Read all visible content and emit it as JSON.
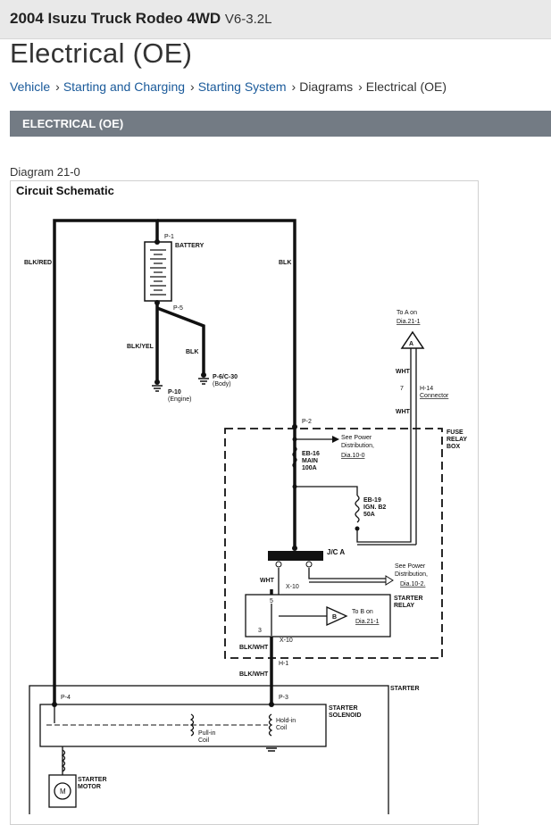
{
  "header": {
    "vehicle": "2004 Isuzu Truck Rodeo 4WD",
    "engine": "V6-3.2L"
  },
  "page_title": "Electrical (OE)",
  "breadcrumb": [
    {
      "label": "Vehicle",
      "link": true
    },
    {
      "label": "Starting and Charging",
      "link": true
    },
    {
      "label": "Starting System",
      "link": true
    },
    {
      "label": "Diagrams",
      "link": false
    },
    {
      "label": "Electrical (OE)",
      "link": false
    }
  ],
  "breadcrumb_sep": "›",
  "section_title": "ELECTRICAL (OE)",
  "diagram": {
    "number": "Diagram 21-0",
    "title": "Circuit Schematic",
    "labels": {
      "battery": "BATTERY",
      "p1": "P-1",
      "p5": "P-5",
      "blkred": "BLK/RED",
      "blk_top": "BLK",
      "blkyel": "BLK/YEL",
      "blk_mid": "BLK",
      "p10": "P-10",
      "engine": "(Engine)",
      "p6": "P-6/C-30",
      "body": "(Body)",
      "to_a_on": "To A on",
      "dia_21_1_a": "Dia.21-1",
      "a_mark": "A",
      "wht1": "WHT",
      "pin7": "7",
      "h14": "H-14",
      "connector": "Connector",
      "wht2": "WHT",
      "p2": "P-2",
      "fuse_relay_box_1": "FUSE",
      "fuse_relay_box_2": "RELAY",
      "fuse_relay_box_3": "BOX",
      "see_power_1a": "See Power",
      "see_power_1b": "Distribution,",
      "dia_10_0": "Dia.10-0",
      "eb16": "EB-16",
      "main": "MAIN",
      "100a": "100A",
      "eb19": "EB-19",
      "ign_b2": "IGN. B2",
      "50a": "50A",
      "jca": "J/C A",
      "see_power_2a": "See Power",
      "see_power_2b": "Distribution,",
      "dia_10_2": "Dia.10-2.",
      "wht3": "WHT",
      "x10a": "X-10",
      "starter_relay_1": "STARTER",
      "starter_relay_2": "RELAY",
      "pin5": "5",
      "pin3": "3",
      "b_mark": "B",
      "to_b_on": "To B on",
      "dia_21_1_b": "Dia.21-1",
      "blkwht1": "BLK/WHT",
      "x10b": "X-10",
      "h1": "H-1",
      "blkwht2": "BLK/WHT",
      "starter": "STARTER",
      "p4": "P-4",
      "p3": "P-3",
      "starter_solenoid_1": "STARTER",
      "starter_solenoid_2": "SOLENOID",
      "holdin_1": "Hold-in",
      "holdin_2": "Coil",
      "pullin_1": "Pull-in",
      "pullin_2": "Coil",
      "starter_motor_1": "STARTER",
      "starter_motor_2": "MOTOR",
      "m_mark": "M"
    }
  }
}
